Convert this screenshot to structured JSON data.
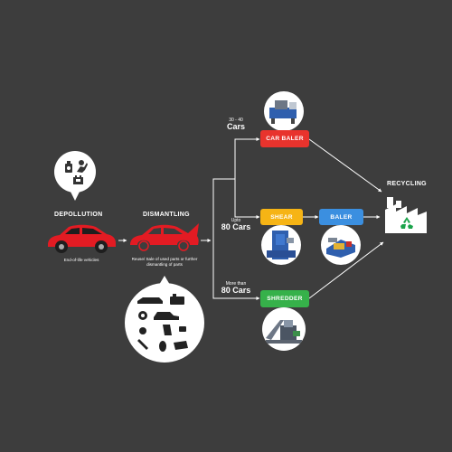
{
  "depollution": {
    "title": "DEPOLLUTION",
    "caption": "End-of-life vehicles"
  },
  "dismantling": {
    "title": "DISMANTLING",
    "caption": "Reuse/ Sale of used parts or further dismantling of parts"
  },
  "routes": {
    "baler_route": {
      "qty_small": "30 - 40",
      "qty_big": "Cars",
      "process": "CAR BALER"
    },
    "shear_route": {
      "qty_small": "Upto",
      "qty_big": "80 Cars",
      "process": "SHEAR",
      "next": "BALER"
    },
    "shredder_route": {
      "qty_small": "More than",
      "qty_big": "80 Cars",
      "process": "SHREDDER"
    }
  },
  "recycling": {
    "title": "RECYCLING"
  },
  "colors": {
    "background": "#3d3d3d",
    "car_red": "#e31b23",
    "car_baler": "#e8332d",
    "shear": "#f6b415",
    "baler": "#3b8fe0",
    "shredder": "#36b14a",
    "recycle_green": "#1aa34a",
    "line": "#ffffff"
  }
}
